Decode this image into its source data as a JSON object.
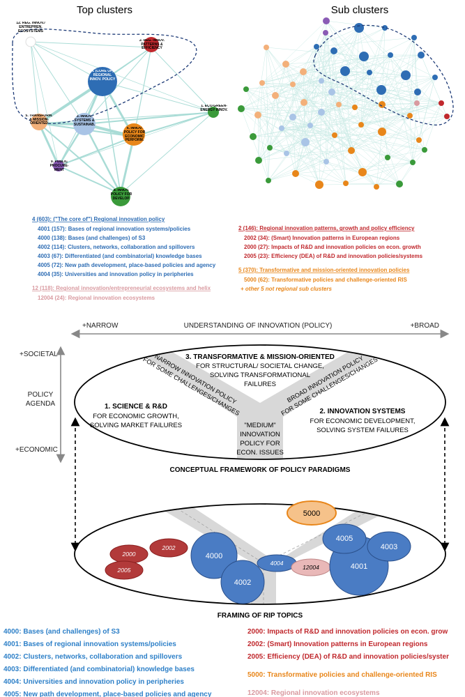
{
  "top_panel": {
    "title": "Top clusters",
    "nodes": {
      "n12": "12. REG. INNOV./ ENTREPREN. ECOSYSTEMS",
      "n2": "2. REG. INNOV. PATTERNS & EFFICIENCY",
      "n4": "4. (CORE OF) REGIONAL INNOV. POLICY",
      "n5": "5. TRANSFORM. & MISSION-ORIENTED",
      "n3": "3. INNOV. SYSTEMS & SUSTAINAB.",
      "n6": "6. INNOV. POLICY FOR ECONOMIC PERFORM.",
      "n1": "1. ECO-GREEN-ENERGY INNOV.",
      "n9": "9. PUBLIC PROCURE-MENT",
      "n8": "8. INNOV. POLICY FOR DEVELOP."
    }
  },
  "sub_panel": {
    "title": "Sub clusters"
  },
  "legend_top_left": {
    "head": "4 (603): (\"The core of\") Regional innovation policy",
    "items": [
      "4001 (157): Bases of regional innovation systems/policies",
      "4000 (138): Bases (and challenges) of S3",
      "4002 (114): Clusters, networks, collaboration and spillovers",
      "4003 (67): Differentiated (and combinatorial) knowledge bases",
      "4005 (72): New path development, place-based policies and agency",
      "4004 (35): Universities and innovation policy in peripheries"
    ],
    "head2": "12 (118): Regional innovation/entrepreneurial ecosystems and helix",
    "item2": "12004 (24): Regional innovation ecosystems"
  },
  "legend_top_right": {
    "head": "2 (146): Regional innovation patterns, growth and policy efficiency",
    "items": [
      "2002 (34): (Smart) Innovation patterns in European regions",
      "2000 (27): Impacts of R&D and innovation policies on econ. growth",
      "2005 (23): Efficiency (DEA) of R&D and innovation policies/systems"
    ],
    "head2": "5 (370): Transformative and mission-oriented innovation policies",
    "item2": "5000 (62): Transformative policies and challenge-oriented RIS",
    "note": "+ other 5 not regional sub clusters"
  },
  "framework": {
    "narrow": "+NARROW",
    "axis_title": "UNDERSTANDING OF INNOVATION (POLICY)",
    "broad": "+BROAD",
    "societal": "+SOCIETAL",
    "policy1": "POLICY",
    "policy2": "AGENDA",
    "economic": "+ECONOMIC",
    "p3_title": "3. TRANSFORMATIVE & MISSION-ORIENTED",
    "p3_l1": "FOR STRUCTURAL/ SOCIETAL CHANGE,",
    "p3_l2": "SOLVING TRANSFORMATIONAL",
    "p3_l3": "FAILURES",
    "p1_title": "1. SCIENCE & R&D",
    "p1_l1": "FOR ECONOMIC GROWTH,",
    "p1_l2": "SOLVING MARKET FAILURES",
    "p2_title": "2. INNOVATION SYSTEMS",
    "p2_l1": "FOR ECONOMIC DEVELOPMENT,",
    "p2_l2": "SOLVING SYSTEM FAILURES",
    "narrow_l1": "NARROW INNOVATION POLICY",
    "narrow_l2": "FOR SOME CHALLENGES/CHANGES",
    "broad_l1": "BROAD INNOVATION POLICY",
    "broad_l2": "FOR SOME CHALLENGES/CHANGES",
    "medium_l1": "\"MEDIUM\"",
    "medium_l2": "INNOVATION",
    "medium_l3": "POLICY FOR",
    "medium_l4": "ECON. ISSUES",
    "caption": "CONCEPTUAL FRAMEWORK OF POLICY PARADIGMS"
  },
  "rip": {
    "bubbles": {
      "b5000": "5000",
      "b2000": "2000",
      "b2002": "2002",
      "b2005": "2005",
      "b4000": "4000",
      "b4002": "4002",
      "b4004": "4004",
      "b12004": "12004",
      "b4005": "4005",
      "b4003": "4003",
      "b4001": "4001"
    },
    "caption": "FRAMING OF RIP TOPICS"
  },
  "bottom_legend_left": [
    "4000: Bases (and challenges) of S3",
    "4001: Bases of regional innovation systems/policies",
    "4002: Clusters, networks, collaboration and spillovers",
    "4003: Differentiated (and combinatorial) knowledge bases",
    "4004: Universities and innovation policy in peripheries",
    "4005: New path development, place-based policies and agency"
  ],
  "bottom_legend_right": [
    "2000: Impacts of R&D and innovation policies on econ. grow",
    "2002: (Smart) Innovation patterns in European regions",
    "2005: Efficiency (DEA) of R&D and innovation policies/syster"
  ],
  "bottom_legend_5000": "5000: Transformative policies and challenge-oriented RIS",
  "bottom_legend_12004": "12004: Regional innovation ecosystems",
  "colors": {
    "blue": "#2e6db4",
    "red": "#c0282d",
    "orange": "#e8861a",
    "pink": "#d99aa0",
    "green": "#3a9a3a",
    "purple": "#8a5bb5",
    "peach": "#f3b07a",
    "edge": "#a9dcd6"
  }
}
